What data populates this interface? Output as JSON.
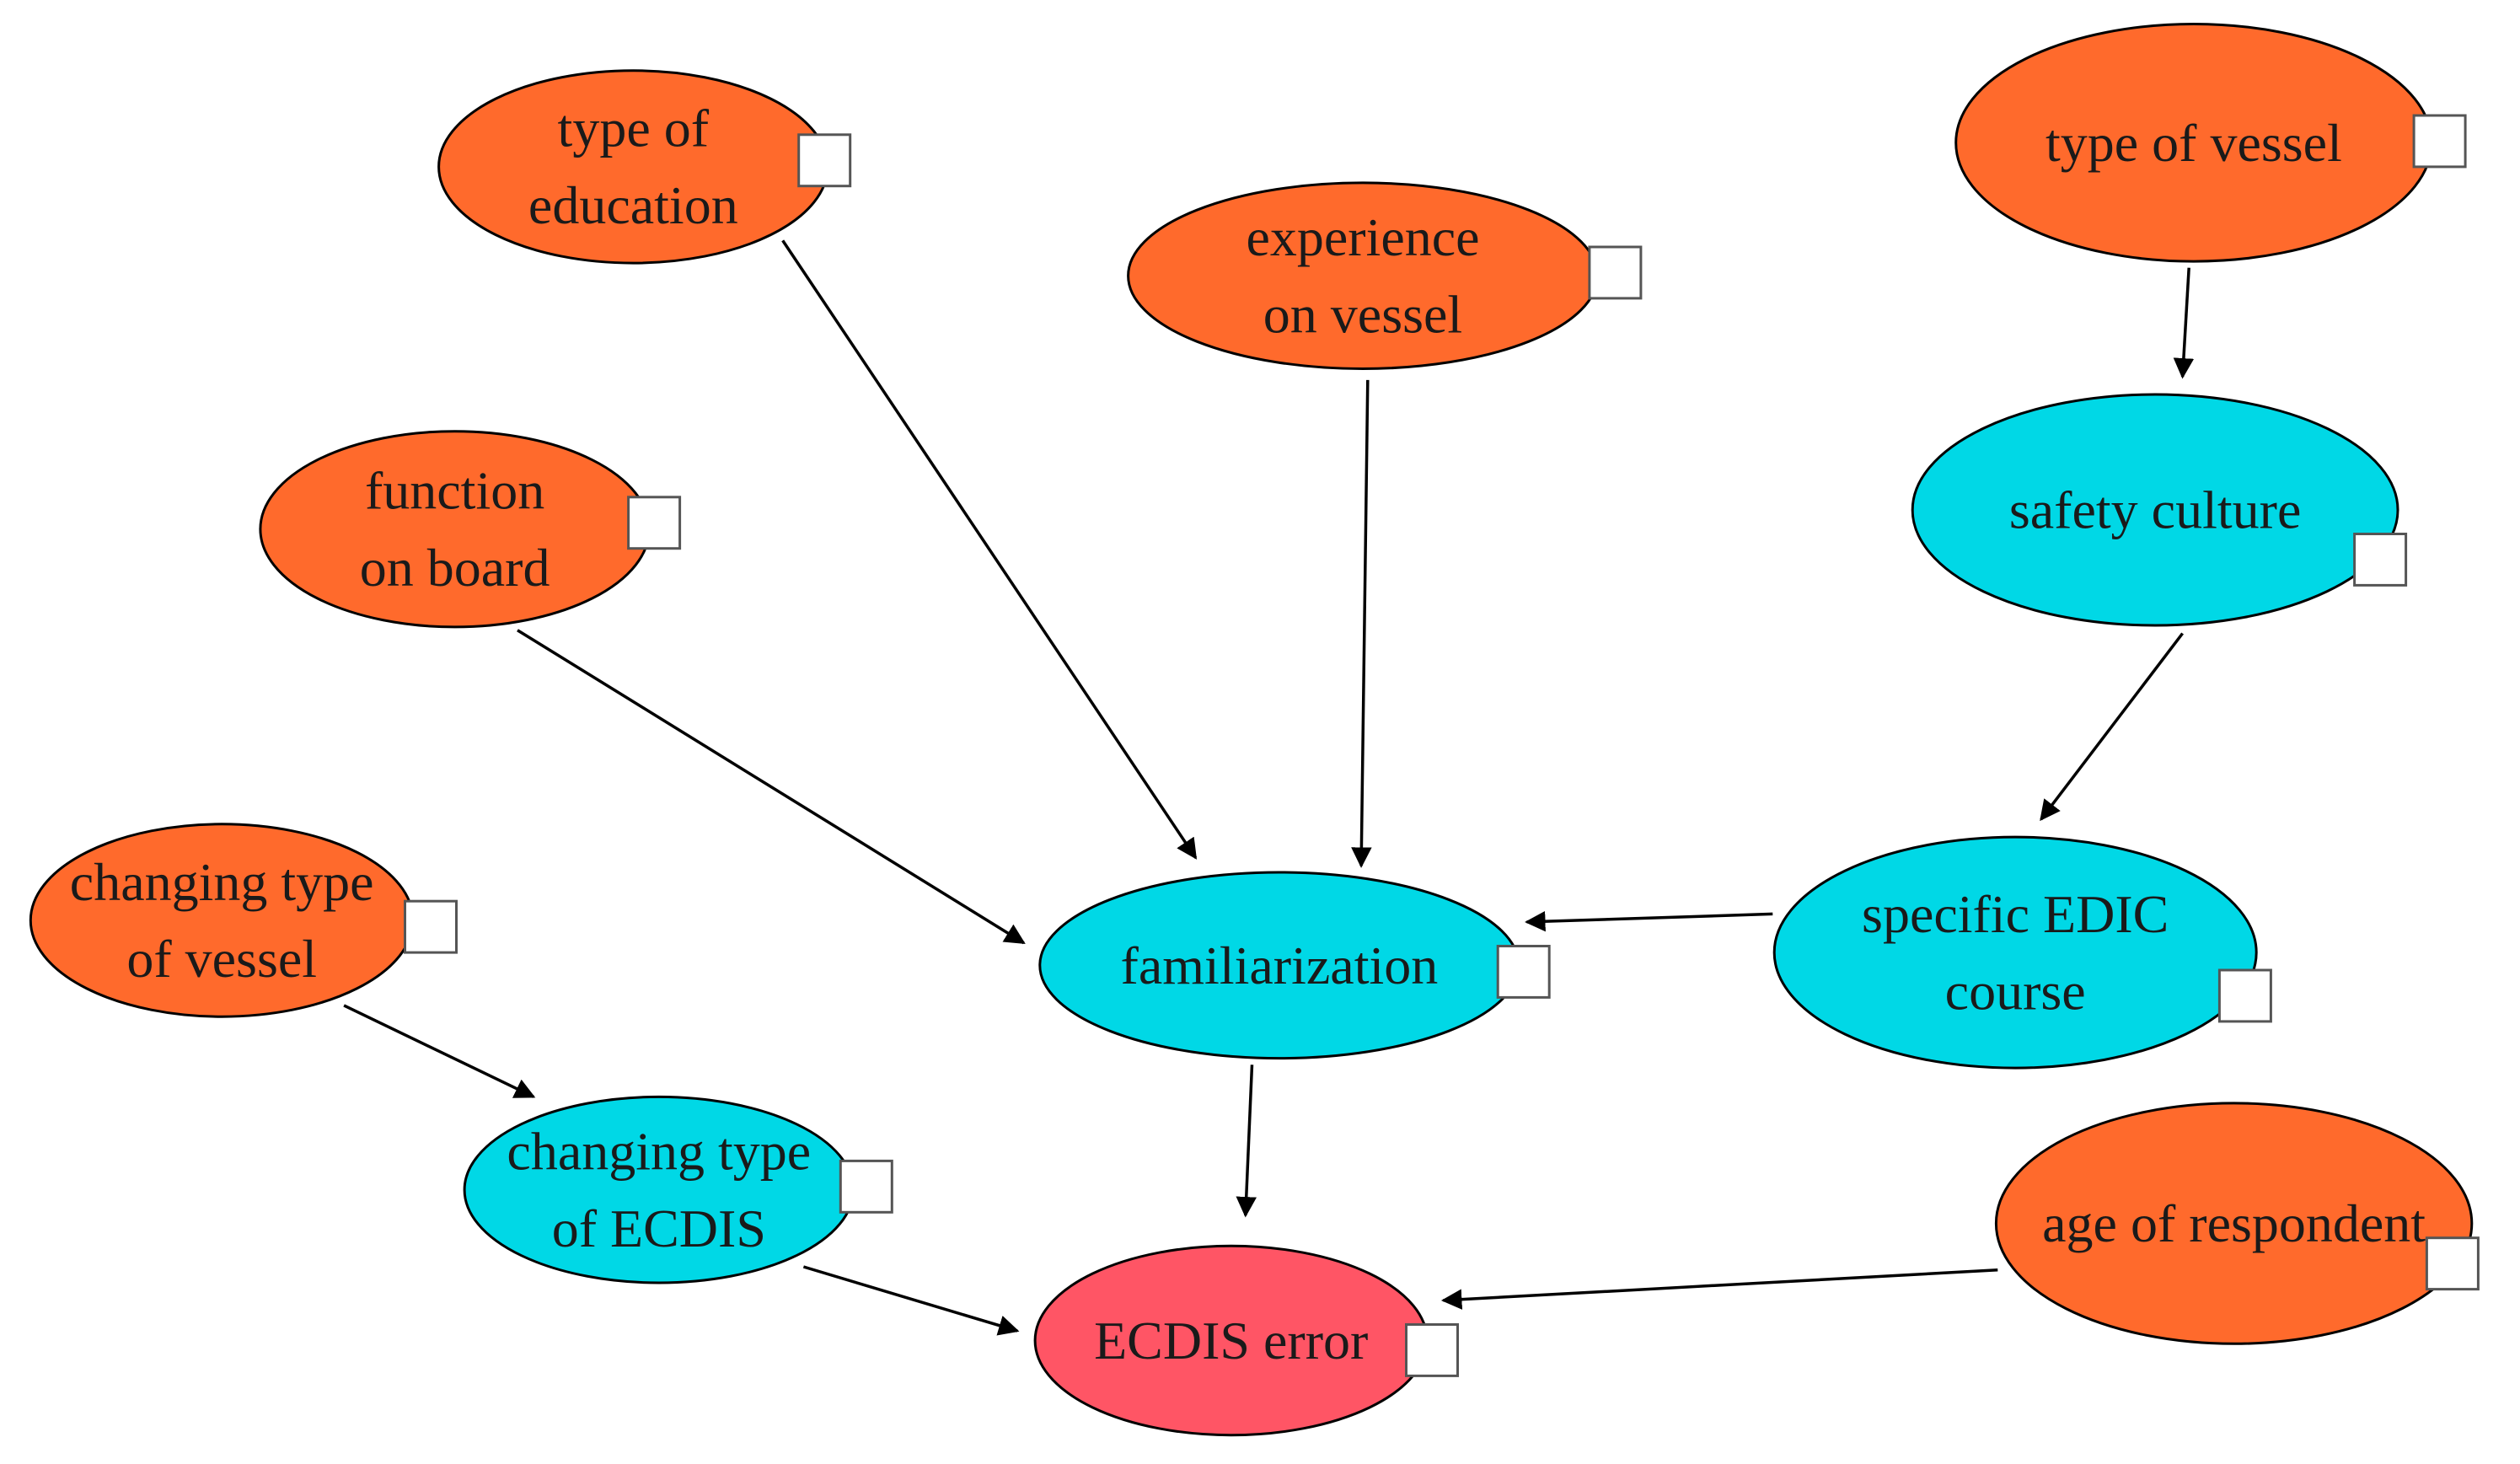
{
  "colors": {
    "orange": "#FF6A2C",
    "cyan": "#00D8E6",
    "red": "#FF5565"
  },
  "nodes": [
    {
      "id": "type-of-education",
      "lines": [
        "type of",
        "education"
      ],
      "color": "orange"
    },
    {
      "id": "experience-on-vessel",
      "lines": [
        "experience",
        "on vessel"
      ],
      "color": "orange"
    },
    {
      "id": "type-of-vessel",
      "lines": [
        "type of vessel"
      ],
      "color": "orange"
    },
    {
      "id": "function-on-board",
      "lines": [
        "function",
        "on board"
      ],
      "color": "orange"
    },
    {
      "id": "safety-culture",
      "lines": [
        "safety culture"
      ],
      "color": "cyan"
    },
    {
      "id": "changing-type-of-vessel",
      "lines": [
        "changing type",
        "of vessel"
      ],
      "color": "orange"
    },
    {
      "id": "familiarization",
      "lines": [
        "familiarization"
      ],
      "color": "cyan"
    },
    {
      "id": "specific-edic-course",
      "lines": [
        "specific EDIC",
        "course"
      ],
      "color": "cyan"
    },
    {
      "id": "changing-type-of-ecdis",
      "lines": [
        "changing type",
        "of ECDIS"
      ],
      "color": "cyan"
    },
    {
      "id": "age-of-respondent",
      "lines": [
        "age of respondent"
      ],
      "color": "orange"
    },
    {
      "id": "ecdis-error",
      "lines": [
        "ECDIS error"
      ],
      "color": "red"
    }
  ],
  "edges": [
    {
      "from": "type-of-education",
      "to": "familiarization"
    },
    {
      "from": "experience-on-vessel",
      "to": "familiarization"
    },
    {
      "from": "function-on-board",
      "to": "familiarization"
    },
    {
      "from": "type-of-vessel",
      "to": "safety-culture"
    },
    {
      "from": "safety-culture",
      "to": "specific-edic-course"
    },
    {
      "from": "specific-edic-course",
      "to": "familiarization"
    },
    {
      "from": "familiarization",
      "to": "ecdis-error"
    },
    {
      "from": "changing-type-of-vessel",
      "to": "changing-type-of-ecdis"
    },
    {
      "from": "changing-type-of-ecdis",
      "to": "ecdis-error"
    },
    {
      "from": "age-of-respondent",
      "to": "ecdis-error"
    }
  ]
}
